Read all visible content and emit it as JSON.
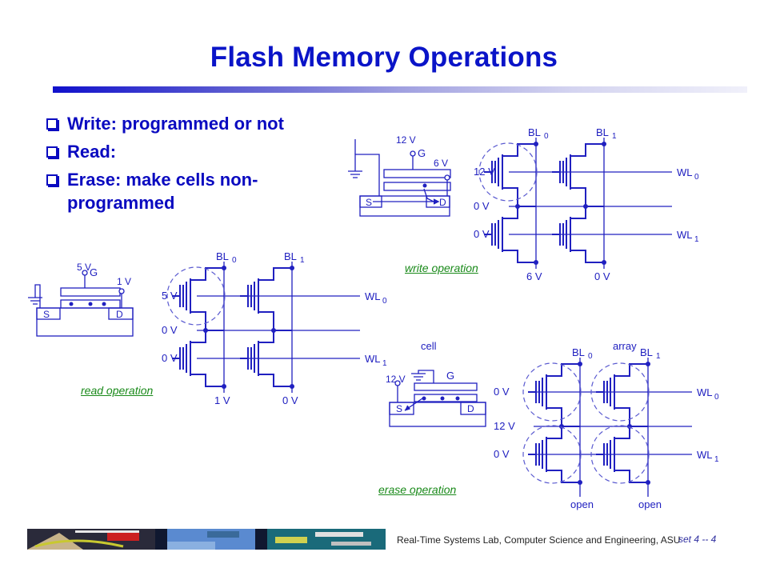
{
  "slide": {
    "title": "Flash Memory Operations",
    "bullets": [
      {
        "icon": "hollow-square-bullet",
        "text": "Write: programmed or not"
      },
      {
        "icon": "hollow-square-bullet",
        "text": "Read:"
      },
      {
        "icon": "hollow-square-bullet",
        "text": "Erase: make cells non-programmed"
      }
    ]
  },
  "write": {
    "label": "write operation",
    "cell": {
      "gate_v": "12 V",
      "gate": "G",
      "drain_v": "6 V",
      "source": "S",
      "drain": "D"
    },
    "array": {
      "bl0": "BL",
      "bl0_sub": "0",
      "bl1": "BL",
      "bl1_sub": "1",
      "wl0_v": "12 V",
      "mid_v": "0 V",
      "wl1_v": "0 V",
      "wl0": "WL",
      "wl0_sub": "0",
      "wl1": "WL",
      "wl1_sub": "1",
      "bl0_bottom": "6 V",
      "bl1_bottom": "0 V"
    }
  },
  "read": {
    "label": "read operation",
    "cell": {
      "gate_v": "5 V",
      "gate": "G",
      "drain_v": "1 V",
      "source": "S",
      "drain": "D"
    },
    "array": {
      "bl0": "BL",
      "bl0_sub": "0",
      "bl1": "BL",
      "bl1_sub": "1",
      "wl0_v": "5 V",
      "mid_v": "0 V",
      "wl1_v": "0 V",
      "wl0": "WL",
      "wl0_sub": "0",
      "wl1": "WL",
      "wl1_sub": "1",
      "bl0_bottom": "1 V",
      "bl1_bottom": "0 V"
    }
  },
  "erase": {
    "label": "erase operation",
    "cell_caption": "cell",
    "array_caption": "array",
    "cell": {
      "source_v": "12 V",
      "gate": "G",
      "source": "S",
      "drain": "D"
    },
    "array": {
      "bl0": "BL",
      "bl0_sub": "0",
      "bl1": "BL",
      "bl1_sub": "1",
      "wl0_v": "0 V",
      "mid_v": "12 V",
      "wl1_v": "0 V",
      "wl0": "WL",
      "wl0_sub": "0",
      "wl1": "WL",
      "wl1_sub": "1",
      "bl0_bottom": "open",
      "bl1_bottom": "open"
    }
  },
  "footer": {
    "lab": "Real-Time Systems Lab, Computer Science and Engineering, ASU",
    "page": "set 4 -- 4"
  },
  "colors": {
    "title": "#0a14c8",
    "diagram": "#2020c0",
    "link": "#1a8a1a"
  }
}
